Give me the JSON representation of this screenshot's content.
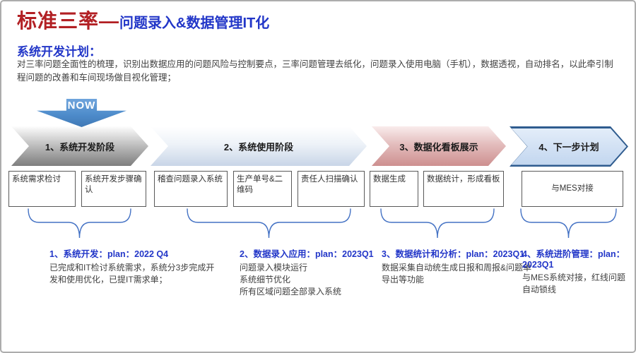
{
  "slide": {
    "title_part1": "标准三率—",
    "title_part2": "问题录入&数据管理IT化",
    "section_heading": "系统开发计划：",
    "section_body": "对三率问题全面性的梳理，识别出数据应用的问题风险与控制要点，三率问题管理去纸化，问题录入使用电脑（手机），数据透视，自动排名，以此牵引制程问题的改善和车间现场做目视化管理；",
    "now_label": "NOW",
    "stages": [
      {
        "label": "1、系统开发阶段",
        "boxes": [
          "系统需求检讨",
          "系统开发步骤确认"
        ],
        "plan_title": "1、系统开发：plan：2022 Q4",
        "plan_detail": "已完成和IT检讨系统需求，系统分3步完成开发和使用优化，已提IT需求单；"
      },
      {
        "label": "2、系统使用阶段",
        "boxes": [
          "稽查问题录入系统",
          "生产单号&二维码",
          "责任人扫描确认"
        ],
        "plan_title": "2、数据录入应用：plan：2023Q1",
        "plan_detail": "问题录入模块运行\n系统细节优化\n所有区域问题全部录入系统"
      },
      {
        "label": "3、数据化看板展示",
        "boxes": [
          "数据生成",
          "数据统计，形成看板"
        ],
        "plan_title": "3、数据统计和分析：plan：2023Q1",
        "plan_detail": "数据采集自动统生成日报和周报&问题单导出等功能"
      },
      {
        "label": "4、下一步计划",
        "boxes": [
          "与MES对接"
        ],
        "plan_title": "4、系统进阶管理：plan：2023Q1",
        "plan_detail": "与MES系统对接，红线问题自动锁线"
      }
    ],
    "colors": {
      "title_red": "#B22024",
      "accent_blue": "#2236C8",
      "brace_blue": "#4472C4",
      "now_arrow_blue": "#4E8CCB",
      "stage1_gray": "#A8A8A8",
      "stage2_light_blue": "#C8D5E7",
      "stage3_pink": "#CD8F8F",
      "stage4_border_blue": "#2F5C8F"
    }
  }
}
